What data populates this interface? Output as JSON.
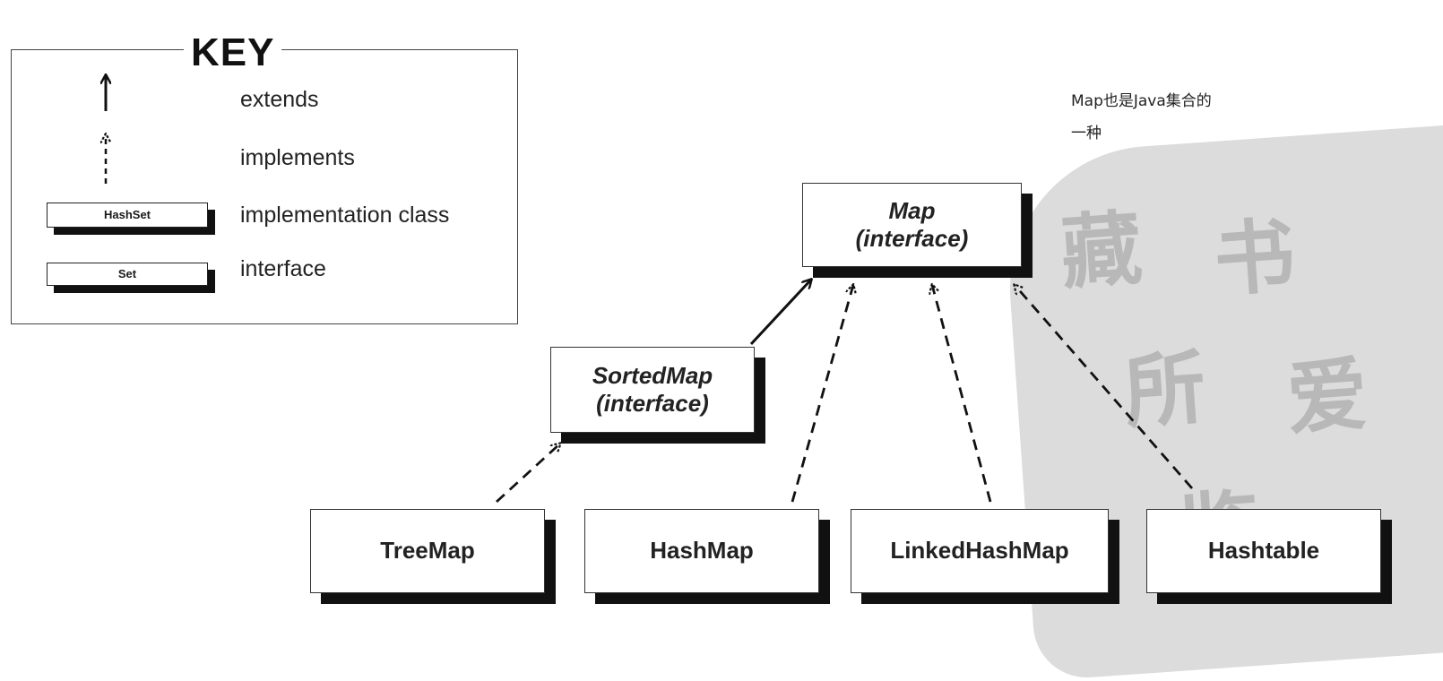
{
  "key": {
    "title": "KEY",
    "extends_label": "extends",
    "implements_label": "implements",
    "implementation_class_label": "implementation class",
    "interface_label": "interface",
    "sample_class": "HashSet",
    "sample_interface": "Set"
  },
  "note": {
    "line1": "Map也是Java集合的",
    "line2": "一种"
  },
  "nodes": {
    "map": {
      "name": "Map",
      "kind": "(interface)"
    },
    "sortedmap": {
      "name": "SortedMap",
      "kind": "(interface)"
    },
    "treemap": {
      "name": "TreeMap"
    },
    "hashmap": {
      "name": "HashMap"
    },
    "linkedhashmap": {
      "name": "LinkedHashMap"
    },
    "hashtable": {
      "name": "Hashtable"
    }
  },
  "relations": [
    {
      "from": "SortedMap",
      "to": "Map",
      "type": "extends"
    },
    {
      "from": "TreeMap",
      "to": "SortedMap",
      "type": "implements"
    },
    {
      "from": "HashMap",
      "to": "Map",
      "type": "implements"
    },
    {
      "from": "LinkedHashMap",
      "to": "Map",
      "type": "implements"
    },
    {
      "from": "Hashtable",
      "to": "Map",
      "type": "implements"
    }
  ]
}
